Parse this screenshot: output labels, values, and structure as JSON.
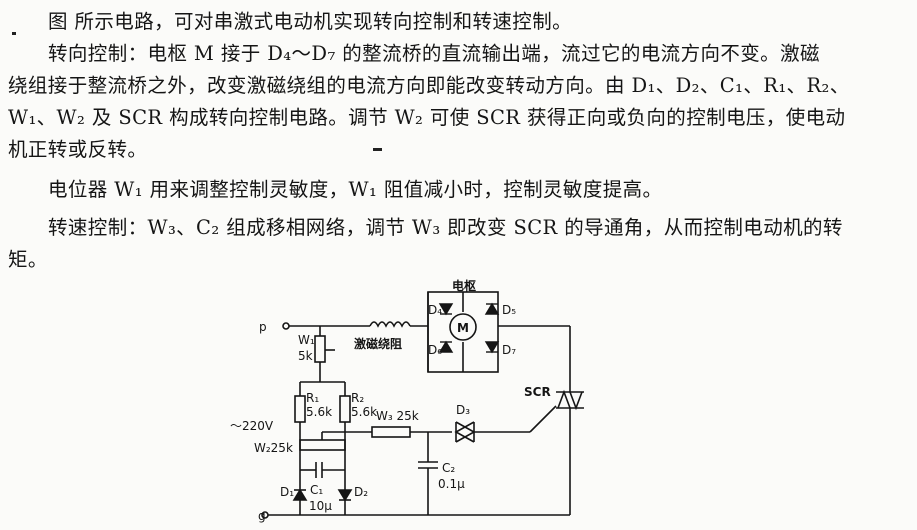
{
  "text": {
    "line1": "图      所示电路，可对串激式电动机实现转向控制和转速控制。",
    "line2": "转向控制：电枢 M 接于 D₄～D₇ 的整流桥的直流输出端，流过它的电流方向不变。激磁",
    "line3": "绕组接于整流桥之外，改变激磁绕组的电流方向即能改变转动方向。由 D₁、D₂、C₁、R₁、R₂、",
    "line4": "W₁、W₂ 及 SCR 构成转向控制电路。调节 W₂ 可使 SCR 获得正向或负向的控制电压，使电动",
    "line5": "机正转或反转。",
    "line6": "电位器 W₁ 用来调整控制灵敏度，W₁ 阻值减小时，控制灵敏度提高。",
    "line7": "转速控制：W₃、C₂ 组成移相网络，调节 W₃ 即改变 SCR 的导通角，从而控制电动机的转",
    "line8": "矩。"
  },
  "circuit": {
    "node_p": "p",
    "node_g": "g",
    "w1_name": "W₁",
    "w1_value": "5k",
    "field_winding": "激磁绕阻",
    "armature": "电枢",
    "motor": "M",
    "d4": "D₄",
    "d5": "D₅",
    "d6": "D₆",
    "d7": "D₇",
    "r1_name": "R₁",
    "r1_value": "5.6k",
    "r2_name": "R₂",
    "r2_value": "5.6k",
    "w3": "W₃ 25k",
    "d3": "D₃",
    "scr": "SCR",
    "source": "～220V",
    "w2": "W₂25k",
    "c2_name": "C₂",
    "c2_value": "0.1μ",
    "d1": "D₁",
    "c1_name": "C₁",
    "c1_value": "10μ",
    "d2": "D₂"
  }
}
